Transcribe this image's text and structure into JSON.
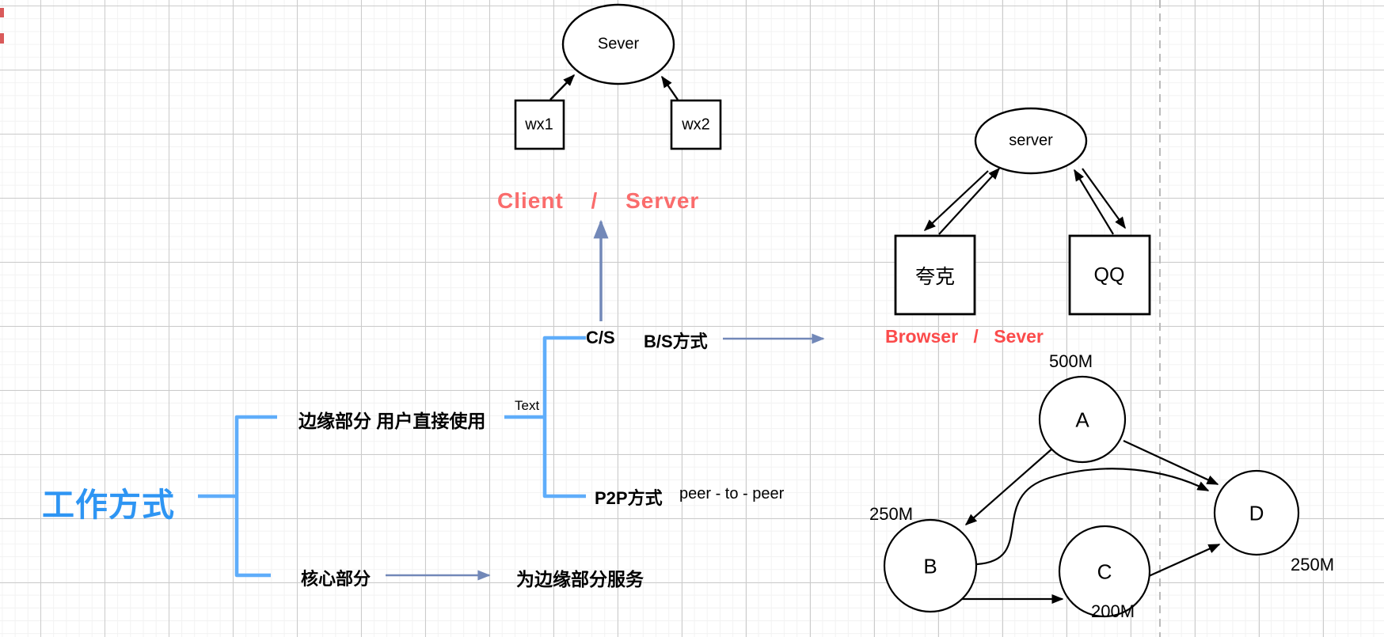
{
  "colors": {
    "mindmap_line": "#5fadfa",
    "mindmap_root_text": "#2e95f3",
    "steel_arrow": "#7288b8",
    "caption_client_server": "#fa6c6c",
    "caption_browser_sever": "#fb4b4b",
    "shape_stroke": "#000000",
    "page_guide_dashed": "#bbbbbb",
    "grid_minor": "#f2f2f2",
    "grid_major": "#cbcbcb"
  },
  "cs": {
    "server": "Sever",
    "client1": "wx1",
    "client2": "wx2",
    "caption": "Client / Server"
  },
  "bs": {
    "server": "server",
    "client1": "夸克",
    "client2": "QQ",
    "caption": "Browser / Sever"
  },
  "mindmap": {
    "root": "工作方式",
    "edge_branch": "边缘部分 用户直接使用",
    "edge_label": "Text",
    "cs_node": "C/S",
    "bs_node": "B/S方式",
    "p2p_node": "P2P方式",
    "p2p_note": "peer - to - peer",
    "core_branch": "核心部分",
    "core_note": "为边缘部分服务"
  },
  "p2p": {
    "nodes": [
      {
        "id": "A",
        "bandwidth": "500M"
      },
      {
        "id": "B",
        "bandwidth": "250M"
      },
      {
        "id": "C",
        "bandwidth": "200M"
      },
      {
        "id": "D",
        "bandwidth": "250M"
      }
    ],
    "edges": [
      "A→B",
      "A→D",
      "B→C",
      "B→D",
      "C→D"
    ]
  }
}
